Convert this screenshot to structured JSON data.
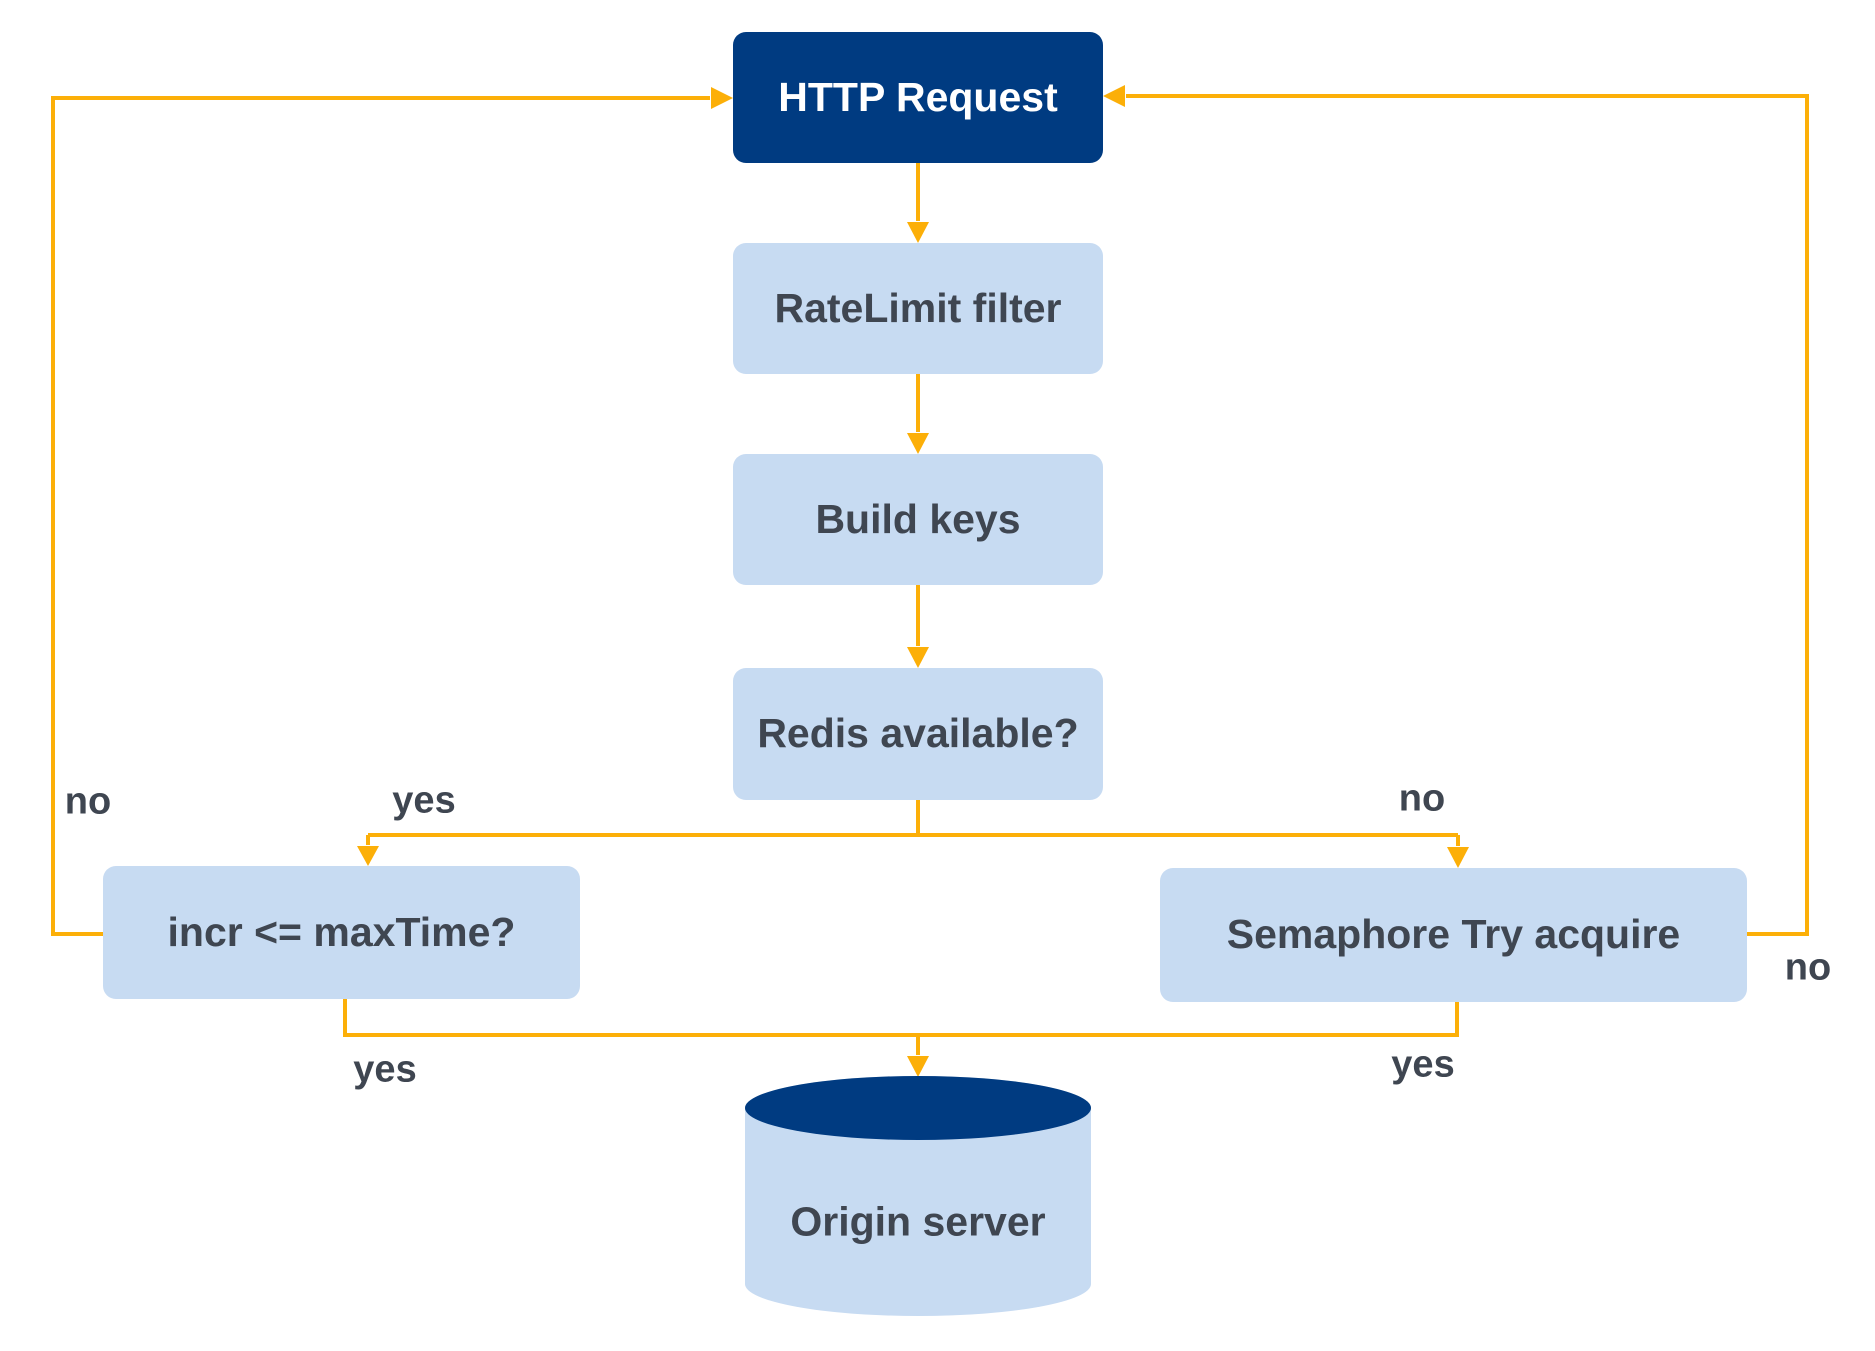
{
  "diagram": {
    "nodes": {
      "http_request": "HTTP Request",
      "ratelimit_filter": "RateLimit filter",
      "build_keys": "Build keys",
      "redis_available": "Redis available?",
      "incr_maxtime": "incr <= maxTime?",
      "semaphore_try_acquire": "Semaphore Try acquire",
      "origin_server": "Origin server"
    },
    "edge_labels": {
      "incr_no": "no",
      "redis_yes": "yes",
      "redis_no": "no",
      "semaphore_no": "no",
      "incr_yes": "yes",
      "semaphore_yes": "yes"
    },
    "colors": {
      "node_primary": "#003B81",
      "node_secondary": "#C7DBF2",
      "edge": "#FCAF08",
      "label_text": "#3F4651"
    }
  }
}
